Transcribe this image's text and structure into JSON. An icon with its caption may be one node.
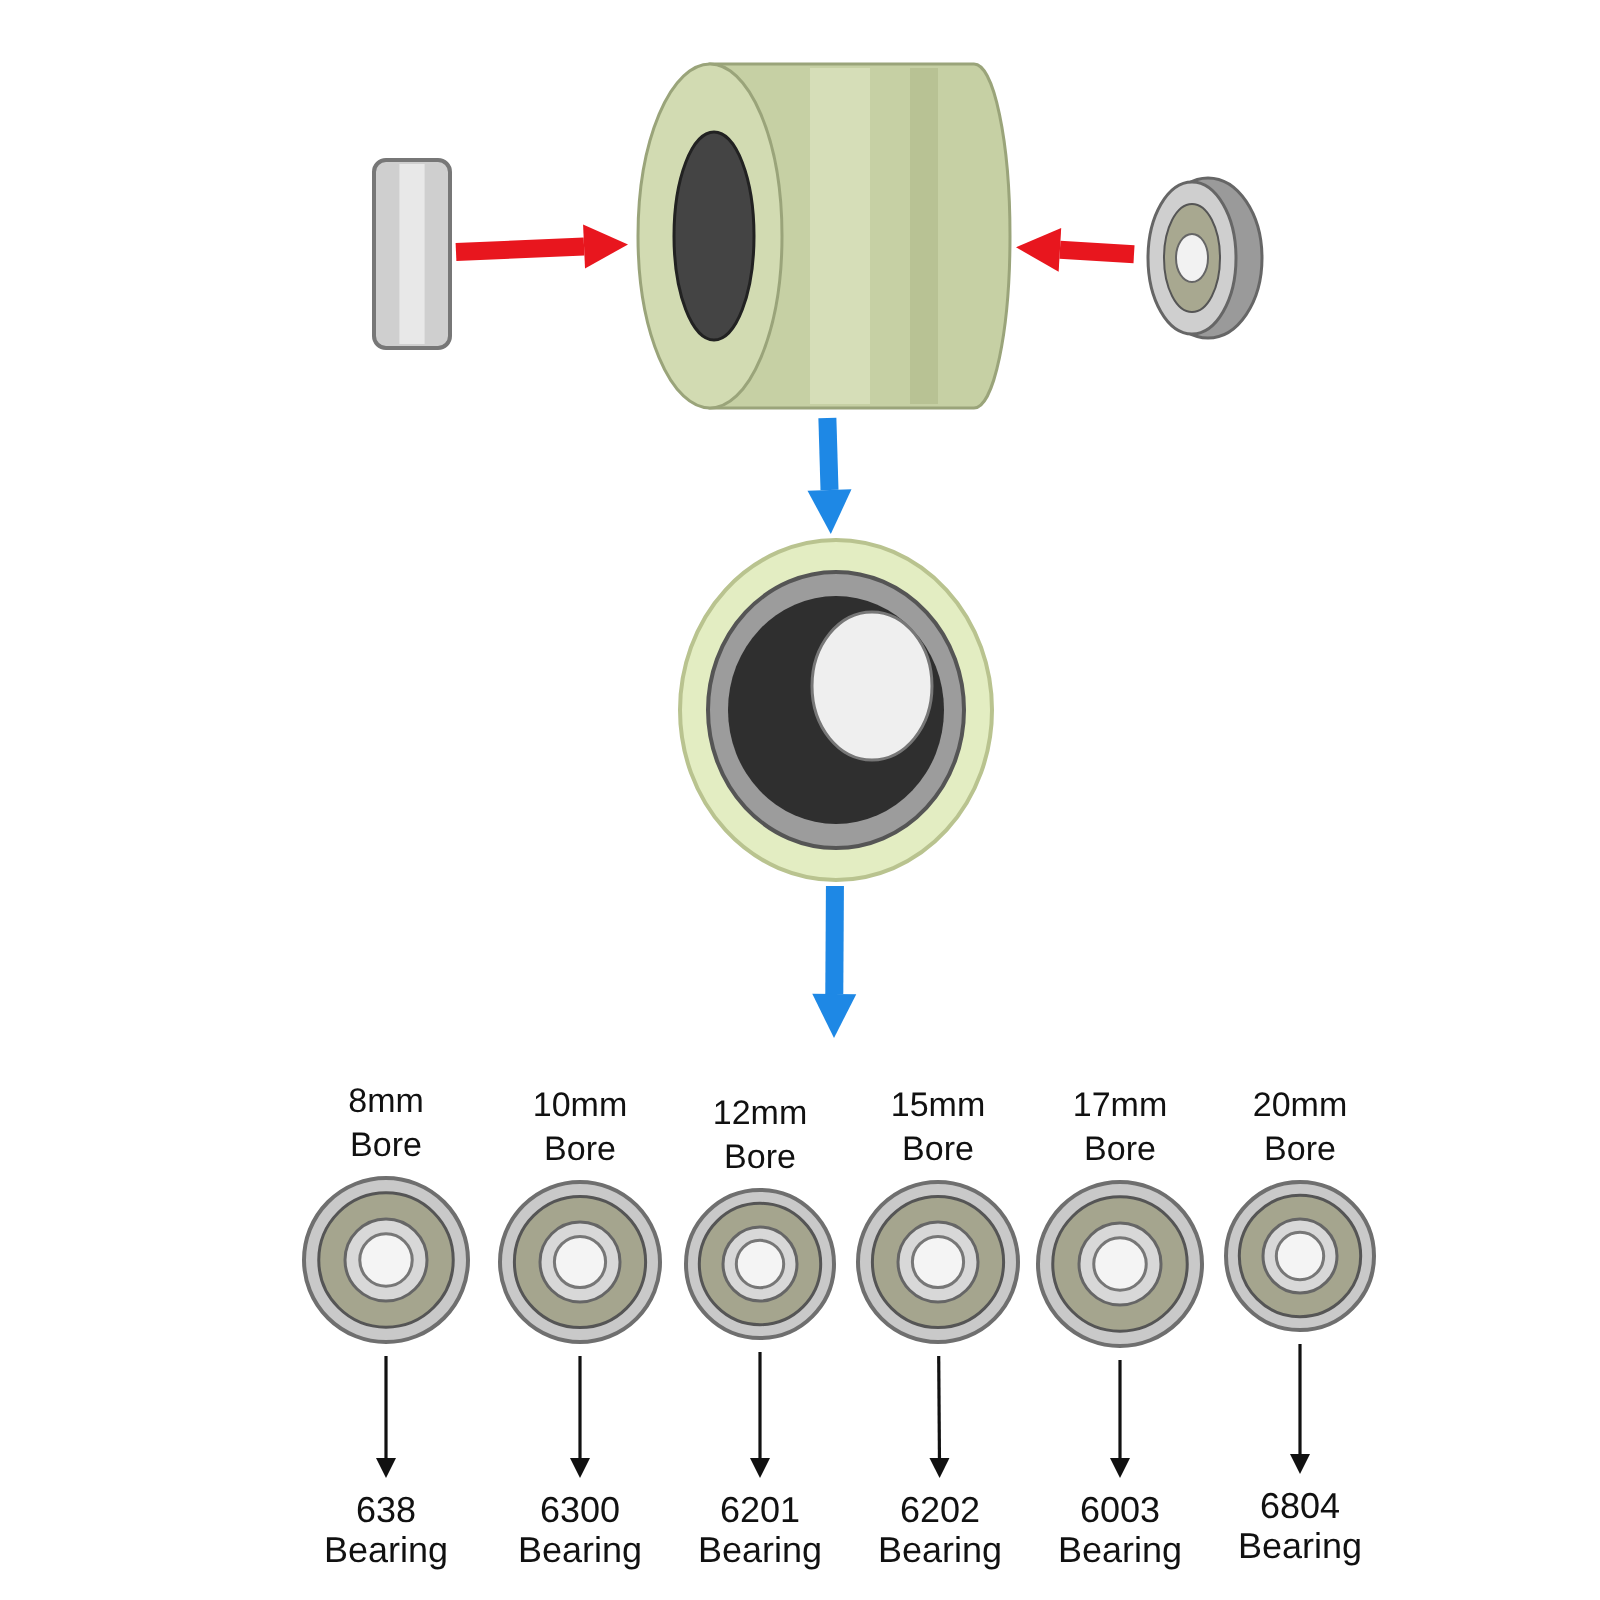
{
  "diagram": {
    "nodes": [
      {
        "text": [],
        "shape": "picture"
      },
      {
        "text": [],
        "shape": "picture"
      },
      {
        "text": [],
        "shape": "picture"
      },
      {
        "text": [],
        "shape": "picture"
      },
      {
        "text": [],
        "shape": "picture",
        "beside": [
          "8mm Bore"
        ]
      },
      {
        "text": [],
        "shape": "picture",
        "beside": [
          "10mm Bore"
        ]
      },
      {
        "text": [],
        "shape": "picture",
        "beside": [
          "12mm Bore"
        ]
      },
      {
        "text": [],
        "shape": "picture",
        "beside": [
          "15mm Bore"
        ]
      },
      {
        "text": [],
        "shape": "picture",
        "beside": [
          "17mm Bore"
        ]
      },
      {
        "text": [],
        "shape": "picture",
        "beside": [
          "20mm Bore"
        ]
      },
      {
        "text": [
          "638 Bearing"
        ]
      },
      {
        "text": [
          "6300 Bearing"
        ]
      },
      {
        "text": [
          "6201 Bearing"
        ]
      },
      {
        "text": [
          "6202 Bearing"
        ]
      },
      {
        "text": [
          "6003 Bearing"
        ]
      },
      {
        "text": [
          "6804 Bearing"
        ]
      }
    ],
    "edges": [
      {
        "from": 0,
        "to": 1,
        "arrow": "to",
        "style": "thick",
        "color": "#e8161e"
      },
      {
        "from": 2,
        "to": 1,
        "arrow": "to",
        "style": "thick",
        "color": "#e8161e"
      },
      {
        "from": 1,
        "to": 3,
        "arrow": "to",
        "style": "thick",
        "color": "#1e88e5"
      },
      {
        "from": 3,
        "to": null,
        "arrow": "to",
        "style": "thick",
        "color": "#1e88e5"
      },
      {
        "from": 4,
        "to": 10,
        "arrow": "to"
      },
      {
        "from": 5,
        "to": 11,
        "arrow": "to"
      },
      {
        "from": 6,
        "to": 12,
        "arrow": "to"
      },
      {
        "from": 7,
        "to": 13,
        "arrow": "to"
      },
      {
        "from": 8,
        "to": 14,
        "arrow": "to"
      },
      {
        "from": 9,
        "to": 15,
        "arrow": "to"
      }
    ]
  }
}
